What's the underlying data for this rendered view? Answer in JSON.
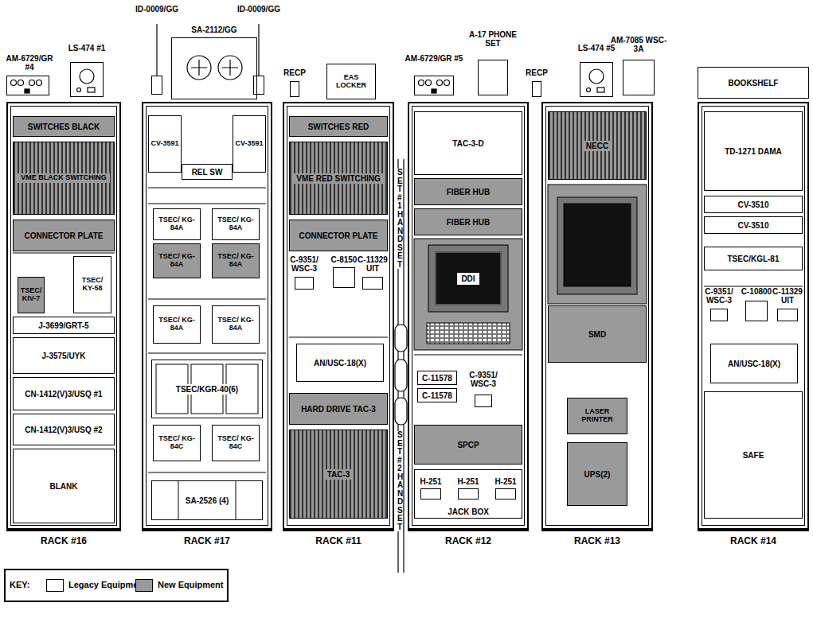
{
  "diagram": {
    "nodes": [
      {
        "text": [
          "AM-6729/GR #4"
        ]
      },
      {
        "text": [
          "LS-474 #1"
        ]
      },
      {
        "text": [
          "RACK #16"
        ]
      },
      {
        "text": [
          "SWITCHES BLACK"
        ],
        "in": 2
      },
      {
        "text": [
          "VME BLACK SWITCHING"
        ],
        "in": 2
      },
      {
        "text": [
          "CONNECTOR PLATE"
        ],
        "in": 2
      },
      {
        "text": [
          "TSEC/ KIV-7"
        ],
        "in": 2
      },
      {
        "text": [
          "TSEC/ KY-58"
        ],
        "in": 2
      },
      {
        "text": [
          "J-3699/GRT-5"
        ],
        "in": 2
      },
      {
        "text": [
          "J-3575/UYK"
        ],
        "in": 2
      },
      {
        "text": [
          "CN-1412(V)3/USQ #1"
        ],
        "in": 2
      },
      {
        "text": [
          "CN-1412(V)3/USQ #2"
        ],
        "in": 2
      },
      {
        "text": [
          "BLANK"
        ],
        "in": 2
      },
      {
        "text": [
          "ID-0009/GG"
        ]
      },
      {
        "text": [
          "SA-2112/GG"
        ]
      },
      {
        "text": [
          "ID-0009/GG"
        ]
      },
      {
        "text": [
          "RACK #17"
        ]
      },
      {
        "text": [
          "CV-3591"
        ],
        "in": 16
      },
      {
        "text": [
          "CV-3591"
        ],
        "in": 16
      },
      {
        "text": [
          "REL SW"
        ],
        "in": 16
      },
      {
        "text": [
          "TSEC/ KG-84A"
        ],
        "in": 16
      },
      {
        "text": [
          "TSEC/ KG-84A"
        ],
        "in": 16
      },
      {
        "text": [
          "TSEC/ KG-84A"
        ],
        "in": 16
      },
      {
        "text": [
          "TSEC/ KG-84A"
        ],
        "in": 16
      },
      {
        "text": [
          "TSEC/ KG-84A"
        ],
        "in": 16
      },
      {
        "text": [
          "TSEC/ KG-84A"
        ],
        "in": 16
      },
      {
        "text": [
          "TSEC/KGR-40(6)"
        ],
        "in": 16
      },
      {
        "text": [
          "TSEC/ KG-84C"
        ],
        "in": 16
      },
      {
        "text": [
          "TSEC/ KG-84C"
        ],
        "in": 16
      },
      {
        "text": [
          "SA-2526 (4)"
        ],
        "in": 16
      },
      {
        "text": [
          "RECP"
        ]
      },
      {
        "text": [
          "EAS LOCKER"
        ]
      },
      {
        "text": [
          "RACK #11"
        ]
      },
      {
        "text": [
          "SWITCHES RED"
        ],
        "in": 32
      },
      {
        "text": [
          "VME RED SWITCHING"
        ],
        "in": 32
      },
      {
        "text": [
          "CONNECTOR PLATE"
        ],
        "in": 32
      },
      {
        "text": [
          "C-9351/ WSC-3"
        ],
        "in": 32
      },
      {
        "text": [
          "C-8150"
        ],
        "in": 32
      },
      {
        "text": [
          "C-11329 UIT"
        ],
        "in": 32
      },
      {
        "text": [
          "AN/USC-18(X)"
        ],
        "in": 32
      },
      {
        "text": [
          "HARD DRIVE TAC-3"
        ],
        "in": 32
      },
      {
        "text": [
          "TAC-3"
        ],
        "in": 32
      },
      {
        "text": [
          "AM-6729/GR #5"
        ]
      },
      {
        "text": [
          "A-17 PHONE SET"
        ]
      },
      {
        "text": [
          "RECP"
        ]
      },
      {
        "text": [
          "RACK #12"
        ]
      },
      {
        "text": [
          "TAC-3-D"
        ],
        "in": 45
      },
      {
        "text": [
          "FIBER HUB"
        ],
        "in": 45
      },
      {
        "text": [
          "FIBER HUB"
        ],
        "in": 45
      },
      {
        "text": [
          "DDI"
        ],
        "in": 45
      },
      {
        "text": [
          "C-11578"
        ],
        "in": 45
      },
      {
        "text": [
          "C-11578"
        ],
        "in": 45
      },
      {
        "text": [
          "C-9351/ WSC-3"
        ],
        "in": 45
      },
      {
        "text": [
          "SPCP"
        ],
        "in": 45
      },
      {
        "text": [
          "JACK BOX"
        ],
        "in": 45
      },
      {
        "text": [
          "H-251"
        ],
        "in": 54
      },
      {
        "text": [
          "H-251"
        ],
        "in": 54
      },
      {
        "text": [
          "H-251"
        ],
        "in": 54
      },
      {
        "text": [
          "LS-474 #5"
        ]
      },
      {
        "text": [
          "AM-7085 WSC-3A"
        ]
      },
      {
        "text": [
          "RACK #13"
        ]
      },
      {
        "text": [
          "NECC"
        ],
        "in": 60
      },
      {
        "text": [
          "SMD"
        ],
        "in": 60
      },
      {
        "text": [
          "LASER PRINTER"
        ],
        "in": 60
      },
      {
        "text": [
          "UPS(2)"
        ],
        "in": 60
      },
      {
        "text": [
          "BOOKSHELF"
        ]
      },
      {
        "text": [
          "RACK #14"
        ]
      },
      {
        "text": [
          "TD-1271 DAMA"
        ],
        "in": 66
      },
      {
        "text": [
          "CV-3510"
        ],
        "in": 66
      },
      {
        "text": [
          "CV-3510"
        ],
        "in": 66
      },
      {
        "text": [
          "TSEC/KGL-81"
        ],
        "in": 66
      },
      {
        "text": [
          "C-9351/ WSC-3"
        ],
        "in": 66
      },
      {
        "text": [
          "C-10800"
        ],
        "in": 66
      },
      {
        "text": [
          "C-11329 UIT"
        ],
        "in": 66
      },
      {
        "text": [
          "AN/USC-18(X)"
        ],
        "in": 66
      },
      {
        "text": [
          "SAFE"
        ],
        "in": 66
      }
    ],
    "labels": [
      "KEY:",
      "SET #1 HANDSET",
      "SET #2 HANDSET"
    ],
    "legend": [
      {
        "text": "Legacy Equipment",
        "color": "#ffffff"
      },
      {
        "text": "New Equipment",
        "color": "#9a9a9a"
      }
    ]
  }
}
